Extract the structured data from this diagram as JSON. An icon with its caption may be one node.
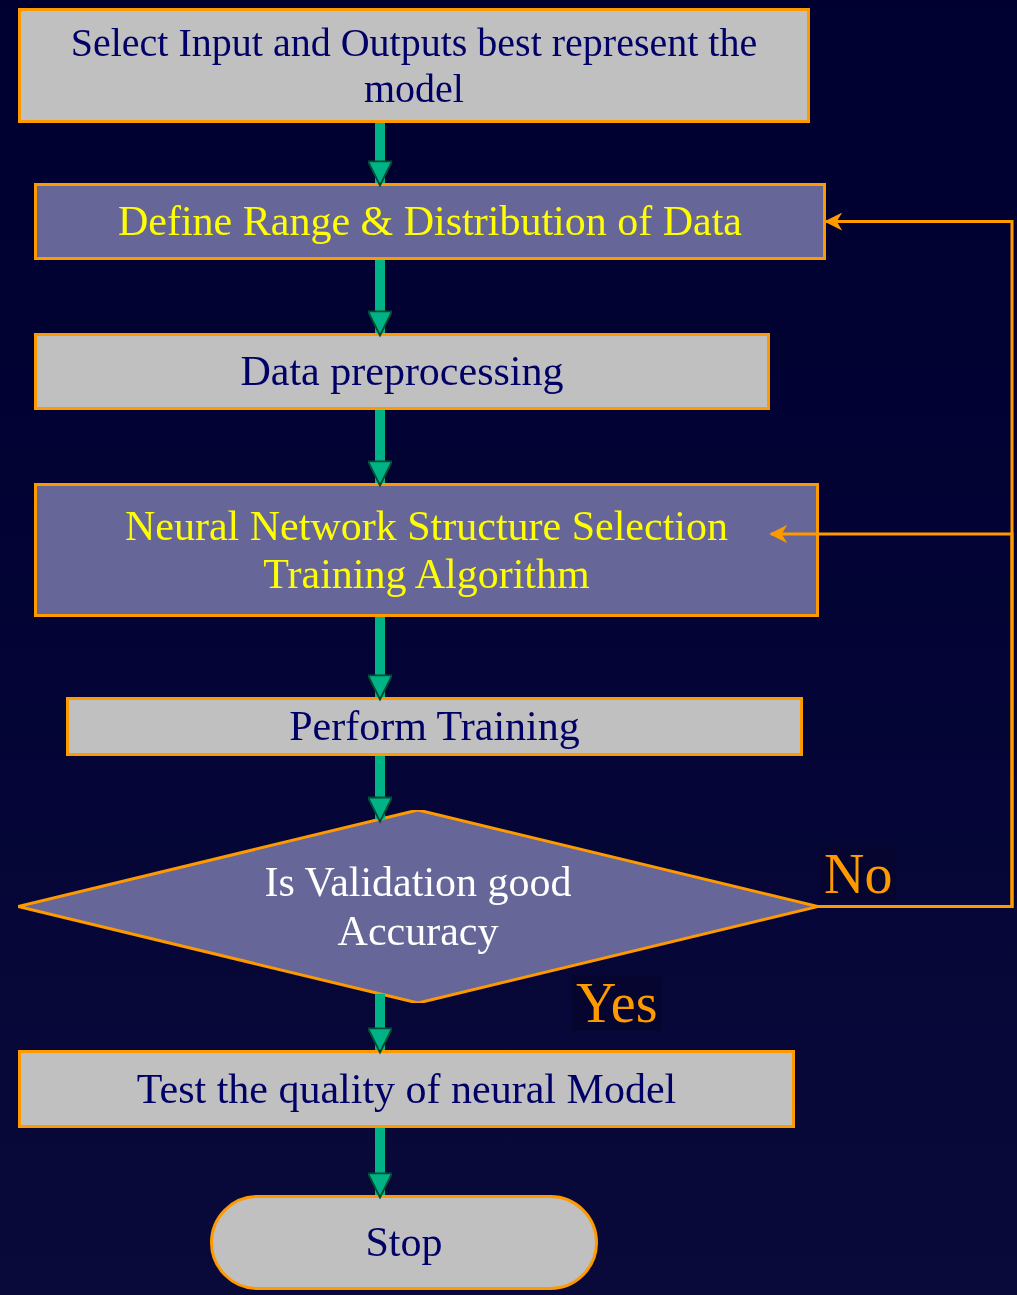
{
  "diagram": {
    "nodes": [
      {
        "text": [
          "Select Input and Outputs best represent the model"
        ]
      },
      {
        "text": [
          "Define Range & Distribution of Data"
        ]
      },
      {
        "text": [
          "Data preprocessing"
        ]
      },
      {
        "text": [
          "Neural Network Structure Selection Training Algorithm"
        ]
      },
      {
        "text": [
          "Perform Training"
        ]
      },
      {
        "text": [
          "Is Validation good Accuracy"
        ]
      },
      {
        "text": [
          "Test the quality of neural Model"
        ]
      },
      {
        "text": [
          "Stop"
        ]
      }
    ],
    "edges": [
      {
        "from": 0,
        "to": 1,
        "arrow": "to"
      },
      {
        "from": 1,
        "to": 2,
        "arrow": "to"
      },
      {
        "from": 2,
        "to": 3,
        "arrow": "to"
      },
      {
        "from": 3,
        "to": 4,
        "arrow": "to"
      },
      {
        "from": 4,
        "to": 5,
        "arrow": "to"
      },
      {
        "from": 5,
        "to": 6,
        "arrow": "to",
        "label": "Yes"
      },
      {
        "from": 6,
        "to": 7,
        "arrow": "to"
      },
      {
        "from": 5,
        "to": 1,
        "arrow": "to",
        "label": "No",
        "color": "#ff9900"
      },
      {
        "from": 5,
        "to": 3,
        "arrow": "to",
        "color": "#ff9900"
      }
    ]
  }
}
